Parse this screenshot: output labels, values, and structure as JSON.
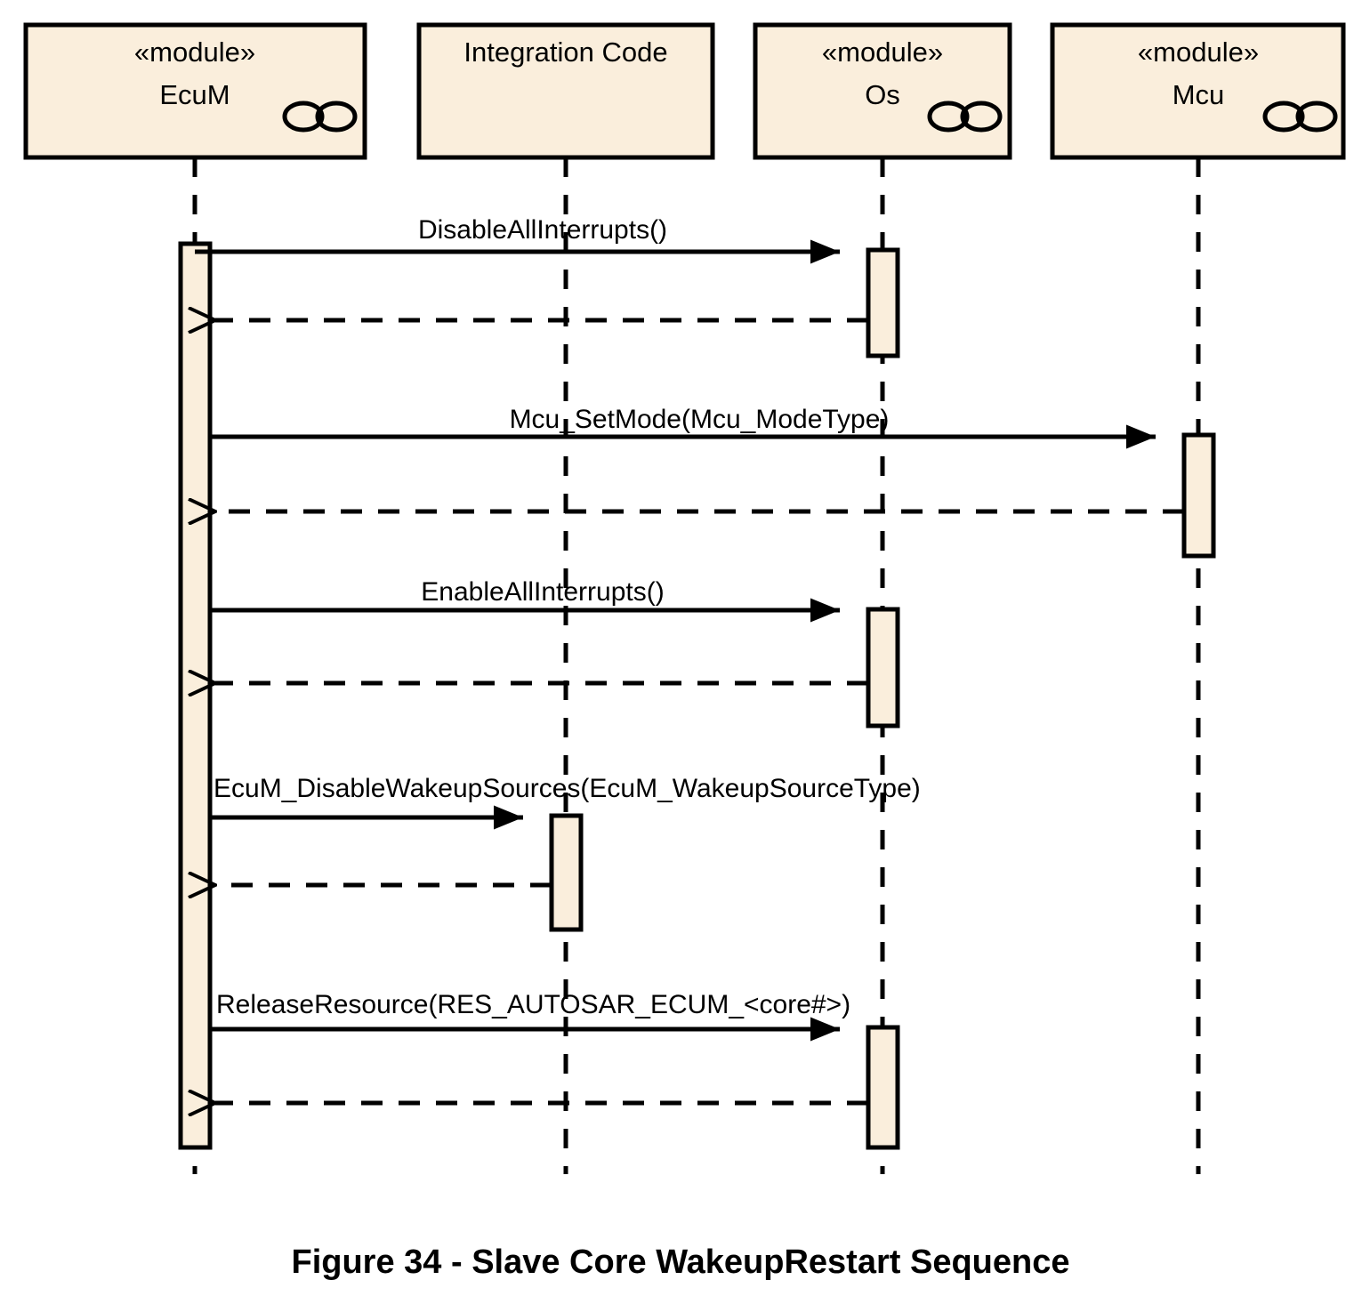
{
  "diagram": {
    "kind": "uml-sequence-diagram",
    "caption": "Figure 34 - Slave Core WakeupRestart Sequence",
    "colors": {
      "box_fill": "#FAEEDC",
      "box_stroke": "#000000",
      "activation_fill": "#FAEEDC",
      "line": "#000000",
      "background": "#FFFFFF"
    },
    "participants": [
      {
        "id": "ecum",
        "stereotype": "«module»",
        "name": "EcuM",
        "has_module_icon": true,
        "icon_name": "ball-and-socket-icon"
      },
      {
        "id": "integration",
        "stereotype": "",
        "name": "Integration Code",
        "has_module_icon": false,
        "icon_name": ""
      },
      {
        "id": "os",
        "stereotype": "«module»",
        "name": "Os",
        "has_module_icon": true,
        "icon_name": "ball-and-socket-icon"
      },
      {
        "id": "mcu",
        "stereotype": "«module»",
        "name": "Mcu",
        "has_module_icon": true,
        "icon_name": "ball-and-socket-icon"
      }
    ],
    "messages": [
      {
        "index": 0,
        "label": "DisableAllInterrupts()",
        "from": "ecum",
        "to": "os",
        "kind": "call",
        "style": "solid",
        "arrow": "filled"
      },
      {
        "index": 1,
        "label": "",
        "from": "os",
        "to": "ecum",
        "kind": "return",
        "style": "dashed",
        "arrow": "open"
      },
      {
        "index": 2,
        "label": "Mcu_SetMode(Mcu_ModeType)",
        "from": "ecum",
        "to": "mcu",
        "kind": "call",
        "style": "solid",
        "arrow": "filled"
      },
      {
        "index": 3,
        "label": "",
        "from": "mcu",
        "to": "ecum",
        "kind": "return",
        "style": "dashed",
        "arrow": "open"
      },
      {
        "index": 4,
        "label": "EnableAllInterrupts()",
        "from": "ecum",
        "to": "os",
        "kind": "call",
        "style": "solid",
        "arrow": "filled"
      },
      {
        "index": 5,
        "label": "",
        "from": "os",
        "to": "ecum",
        "kind": "return",
        "style": "dashed",
        "arrow": "open"
      },
      {
        "index": 6,
        "label": "EcuM_DisableWakeupSources(EcuM_WakeupSourceType)",
        "from": "ecum",
        "to": "integration",
        "kind": "call",
        "style": "solid",
        "arrow": "filled"
      },
      {
        "index": 7,
        "label": "",
        "from": "integration",
        "to": "ecum",
        "kind": "return",
        "style": "dashed",
        "arrow": "open"
      },
      {
        "index": 8,
        "label": "ReleaseResource(RES_AUTOSAR_ECUM_<core#>)",
        "from": "ecum",
        "to": "os",
        "kind": "call",
        "style": "solid",
        "arrow": "filled"
      },
      {
        "index": 9,
        "label": "",
        "from": "os",
        "to": "ecum",
        "kind": "return",
        "style": "dashed",
        "arrow": "open"
      }
    ]
  }
}
